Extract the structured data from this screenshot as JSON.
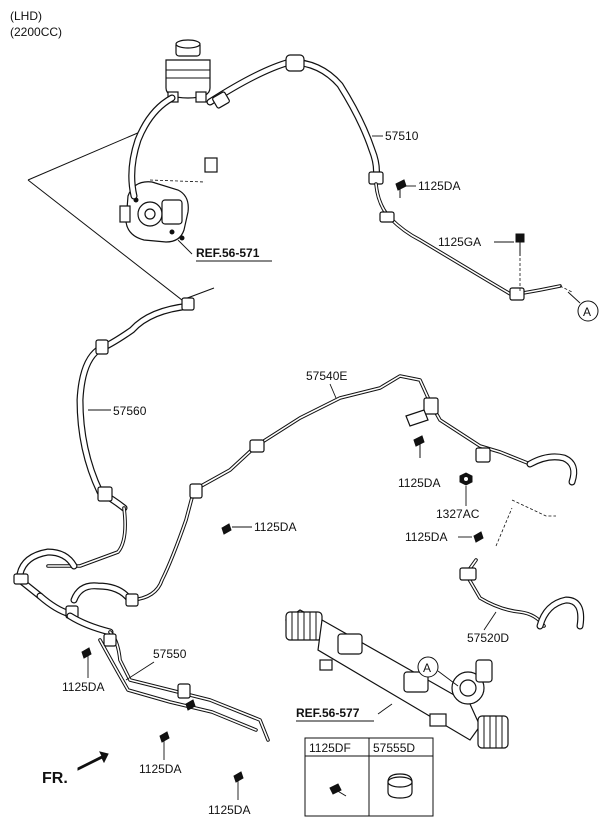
{
  "header": {
    "line1": "(LHD)",
    "line2": "(2200CC)"
  },
  "references": {
    "pump_ref": "REF.56-571",
    "gear_ref": "REF.56-577"
  },
  "parts": {
    "p57510": "57510",
    "p57560": "57560",
    "p57540E": "57540E",
    "p57550": "57550",
    "p57520D": "57520D",
    "p1125GA": "1125GA",
    "p1327AC": "1327AC",
    "p1125DA": "1125DA"
  },
  "connector_marker": "A",
  "direction": "FR.",
  "legend_table": {
    "col1": "1125DF",
    "col2": "57555D"
  }
}
